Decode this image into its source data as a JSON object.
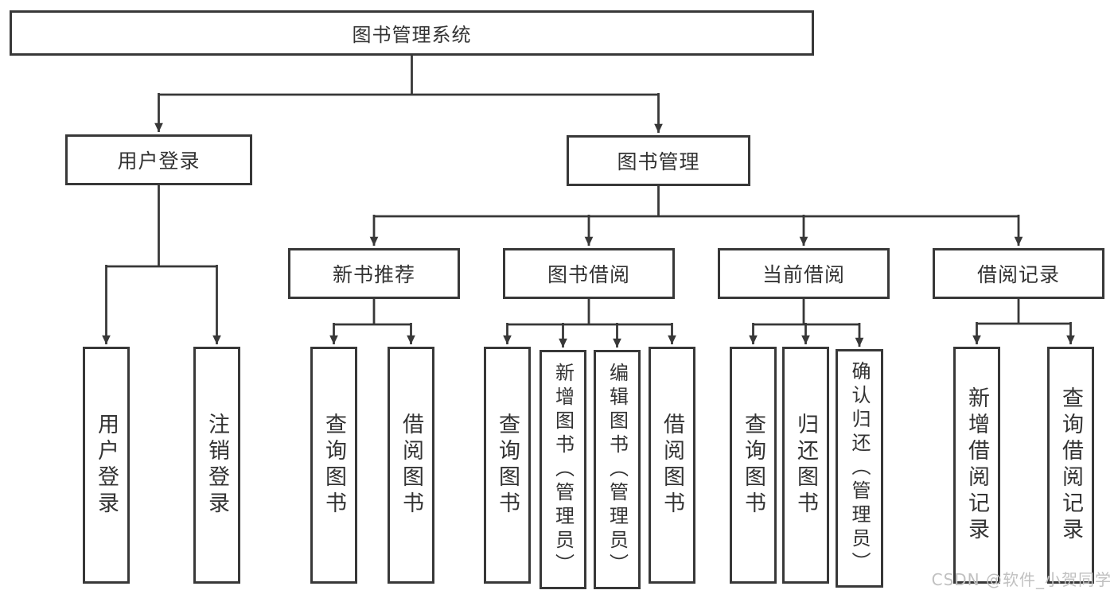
{
  "diagram_type": "hierarchy-tree",
  "tree": {
    "label": "图书管理系统",
    "children": [
      {
        "label": "用户登录",
        "children": [
          {
            "label": "用户登录"
          },
          {
            "label": "注销登录"
          }
        ]
      },
      {
        "label": "图书管理",
        "children": [
          {
            "label": "新书推荐",
            "children": [
              {
                "label": "查询图书"
              },
              {
                "label": "借阅图书"
              }
            ]
          },
          {
            "label": "图书借阅",
            "children": [
              {
                "label": "查询图书"
              },
              {
                "label": "新增图书（管理员）"
              },
              {
                "label": "编辑图书（管理员）"
              },
              {
                "label": "借阅图书"
              }
            ]
          },
          {
            "label": "当前借阅",
            "children": [
              {
                "label": "查询图书"
              },
              {
                "label": "归还图书"
              },
              {
                "label": "确认归还（管理员）"
              }
            ]
          },
          {
            "label": "借阅记录",
            "children": [
              {
                "label": "新增借阅记录"
              },
              {
                "label": "查询借阅记录"
              }
            ]
          }
        ]
      }
    ]
  },
  "watermark": {
    "text": "CSDN @软件_小贺同学"
  },
  "colors": {
    "line": "#383838",
    "text": "#333333",
    "background": "#ffffff",
    "watermark": "#c0c0c0"
  }
}
